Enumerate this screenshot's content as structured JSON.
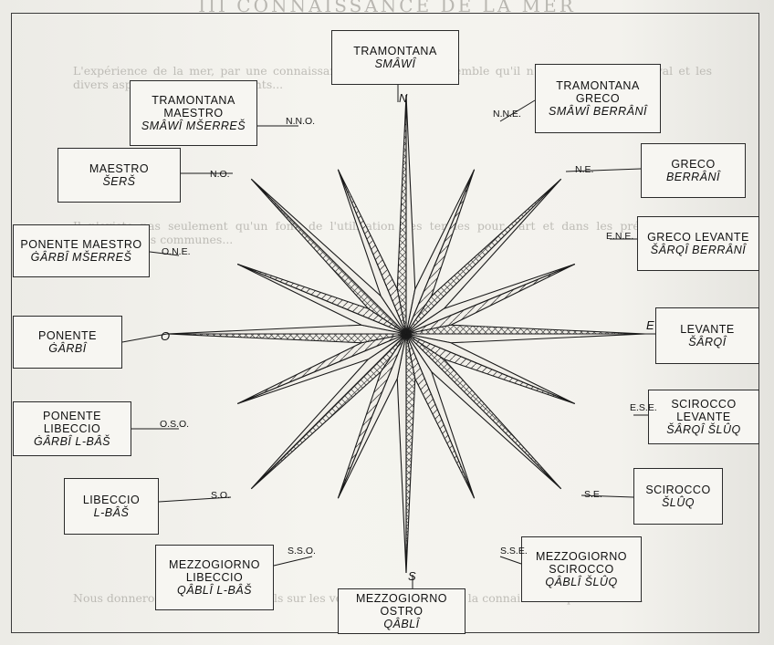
{
  "page": {
    "running_head": "III CONNAISSANCE DE LA MER",
    "bg_paragraphs": [
      "L'expérience de la mer, par une connaissance profonde, qu'il semble qu'il n'a guère avec son rival et les divers aspects de la mer des vents...",
      "Il n'existe pas seulement qu'un fond de l'utilisation des termes pour l'art et dans les précédents des connaissances communes...",
      "Nous donnerons ici quelques détails sur les vents et la mer, d'après la connaissance qu'ils avaient."
    ]
  },
  "rose": {
    "north_mark": "N",
    "south_mark": "S",
    "east_mark": "E",
    "west_mark": "O"
  },
  "winds": [
    {
      "id": "n",
      "dir": "N",
      "italian": "TRAMONTANA",
      "arabic": "SMÂWÎ"
    },
    {
      "id": "nne",
      "dir": "N.N.E.",
      "italian": "TRAMONTANA GRECO",
      "arabic": "SMÂWÎ BERRÂNÎ"
    },
    {
      "id": "ne",
      "dir": "N.E.",
      "italian": "GRECO",
      "arabic": "BERRÂNÎ"
    },
    {
      "id": "ene",
      "dir": "E.N.E.",
      "italian": "GRECO LEVANTE",
      "arabic": "ŠÂRQÎ BERRÂNÎ"
    },
    {
      "id": "e",
      "dir": "E",
      "italian": "LEVANTE",
      "arabic": "ŠÂRQÎ"
    },
    {
      "id": "ese",
      "dir": "E.S.E.",
      "italian": "SCIROCCO LEVANTE",
      "arabic": "ŠÂRQÎ ŠLÛQ"
    },
    {
      "id": "se",
      "dir": "S.E.",
      "italian": "SCIROCCO",
      "arabic": "ŠLÛQ"
    },
    {
      "id": "sse",
      "dir": "S.S.E.",
      "italian": "MEZZOGIORNO SCIROCCO",
      "arabic": "QÂBLÎ ŠLÛQ"
    },
    {
      "id": "s",
      "dir": "S",
      "italian": "MEZZOGIORNO OSTRO",
      "arabic": "QÂBLÎ"
    },
    {
      "id": "sso",
      "dir": "S.S.O.",
      "italian": "MEZZOGIORNO LIBECCIO",
      "arabic": "QÂBLÎ L-BÂŠ"
    },
    {
      "id": "so",
      "dir": "S.O.",
      "italian": "LIBECCIO",
      "arabic": "L-BÂŠ"
    },
    {
      "id": "oso",
      "dir": "O.S.O.",
      "italian": "PONENTE LIBECCIO",
      "arabic": "ĠÂRBÎ L-BÂŠ"
    },
    {
      "id": "o",
      "dir": "O",
      "italian": "PONENTE",
      "arabic": "ĠÂRBÎ"
    },
    {
      "id": "one",
      "dir": "O.N.E.",
      "italian": "PONENTE MAESTRO",
      "arabic": "ĠÂRBÎ MŠERREŠ"
    },
    {
      "id": "no",
      "dir": "N.O.",
      "italian": "MAESTRO",
      "arabic": "ŠERŠ"
    },
    {
      "id": "nno",
      "dir": "N.N.O.",
      "italian": "TRAMONTANA MAESTRO",
      "arabic": "SMÂWÎ MŠERREŠ"
    }
  ],
  "colors": {
    "ink": "#1a1a1a",
    "paper": "#f3f1ec",
    "faint_text": "#b5b3ad"
  }
}
